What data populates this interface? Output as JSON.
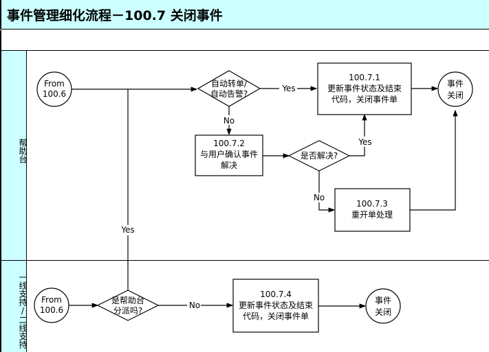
{
  "title": "事件管理细化流程－100.7 关闭事件",
  "lanes": [
    {
      "label": "帮助台"
    },
    {
      "label": "一线支持/二线支持"
    }
  ],
  "nodes": {
    "from1": {
      "line1": "From",
      "line2": "100.6"
    },
    "decision_auto": {
      "line1": "自动转单/",
      "line2": "自动告警?"
    },
    "box_7_1": {
      "id": "100.7.1",
      "line1": "更新事件状态及结束",
      "line2": "代码，关闭事件单"
    },
    "end1": {
      "line1": "事件",
      "line2": "关闭"
    },
    "box_7_2": {
      "id": "100.7.2",
      "line1": "与用户确认事件",
      "line2": "解决"
    },
    "decision_resolved": {
      "line1": "是否解决?"
    },
    "box_7_3": {
      "id": "100.7.3",
      "line1": "重开单处理"
    },
    "from2": {
      "line1": "From",
      "line2": "100.6"
    },
    "decision_helpdesk": {
      "line1": "是帮助台",
      "line2": "分派吗?"
    },
    "box_7_4": {
      "id": "100.7.4",
      "line1": "更新事件状态及结束",
      "line2": "代码，关闭事件单"
    },
    "end2": {
      "line1": "事件",
      "line2": "关闭"
    }
  },
  "edge_labels": {
    "auto_yes": "Yes",
    "auto_no": "No",
    "resolved_yes": "Yes",
    "resolved_no": "No",
    "helpdesk_yes": "Yes",
    "helpdesk_no": "No"
  }
}
